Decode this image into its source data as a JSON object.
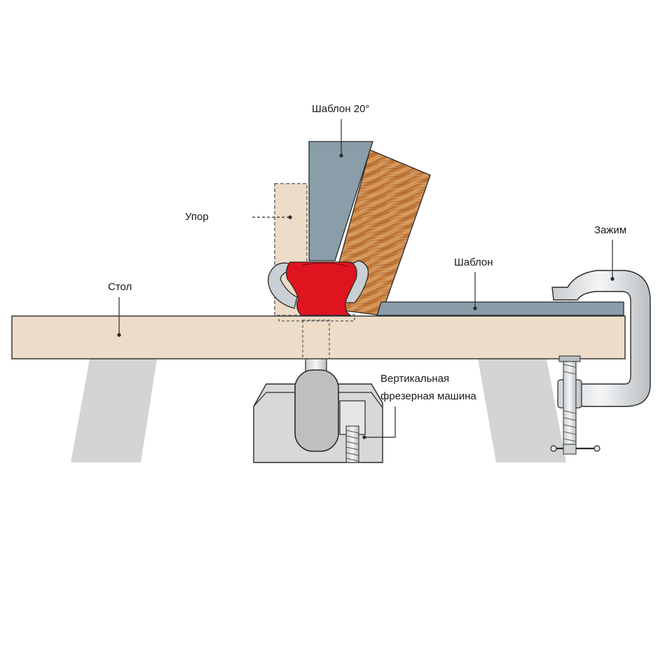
{
  "labels": {
    "template20": "Шаблон 20°",
    "stop": "Упор",
    "table": "Стол",
    "template": "Шаблон",
    "clamp": "Зажим",
    "router_line1": "Вертикальная",
    "router_line2": "фрезерная машина"
  },
  "colors": {
    "table": "#ecdcc8",
    "template": "#8a9da8",
    "bit": "#e0141e",
    "bit_shank": "#c8cfd3",
    "leg": "#d4d4d4",
    "metal": "#e2e5e7",
    "wood": "#c9803f"
  }
}
